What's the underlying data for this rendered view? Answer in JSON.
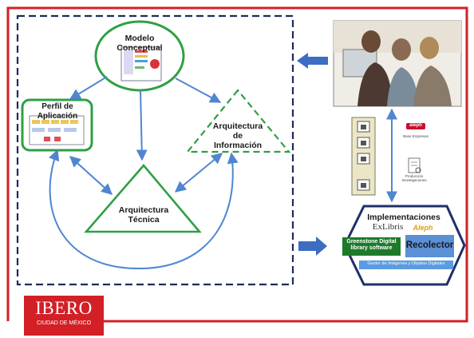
{
  "diagram": {
    "modelo_conceptual": "Modelo Conceptual",
    "perfil_aplicacion": "Perfil de Aplicación",
    "arquitectura_informacion": [
      "Arquitectura",
      "de",
      "Información"
    ],
    "arquitectura_tecnica": [
      "Arquitectura",
      "Técnica"
    ]
  },
  "implementaciones": {
    "title": "Implementaciones",
    "exlibris": "ExLibris",
    "aleph": "Aleph",
    "greenstone": [
      "Greenstone Digital",
      "library software"
    ],
    "recolector": "Recolector",
    "gestor": "Gestor de Imágenes y Objetos Digitales"
  },
  "side_icons": {
    "aleph_badge": "aleph",
    "aleph_caption": "Base Empresas",
    "doc_caption": [
      "Producción",
      "Investigaciones"
    ]
  },
  "logo": {
    "text": "IBERO",
    "subtitle": "CIUDAD DE MÉXICO"
  },
  "colors": {
    "frame_red": "#d31f26",
    "dashed_navy": "#1f2a5a",
    "green": "#2ea043",
    "blue_arrow": "#5b8fd6",
    "hex_navy": "#1f2f6b"
  }
}
